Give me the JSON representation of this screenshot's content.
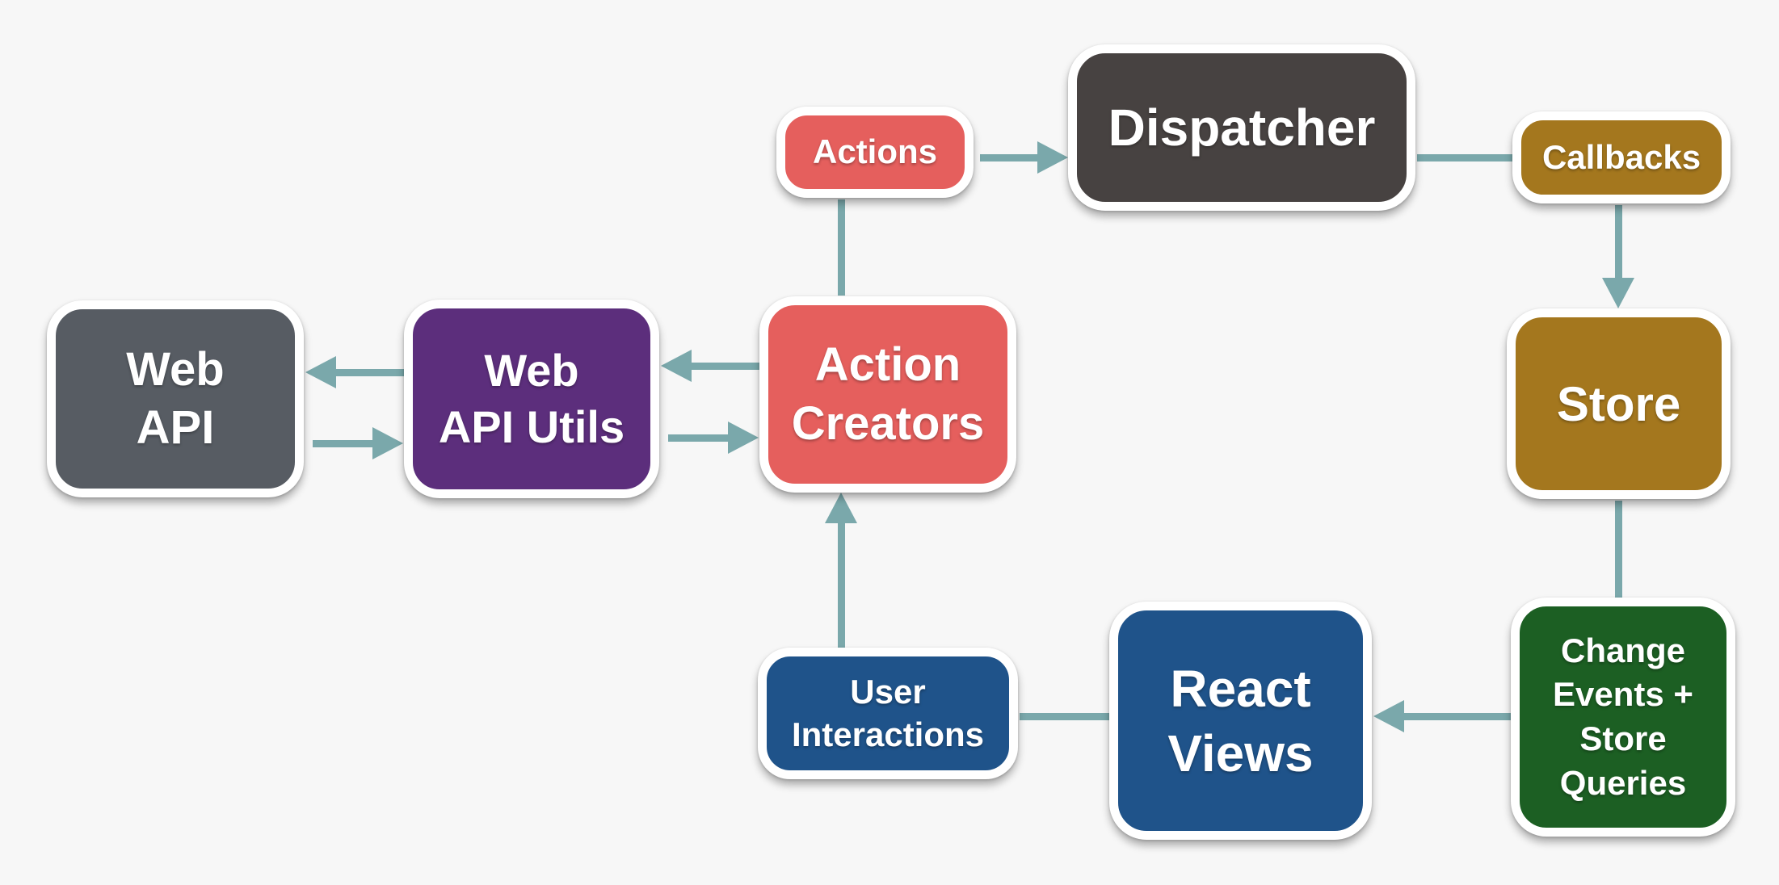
{
  "diagram_type": "flux-architecture-flow",
  "colors": {
    "background": "#f7f7f7",
    "arrow": "#7aa8ab",
    "node_border": "#ffffff",
    "node_text": "#ffffff",
    "salmon": "#e55f5d",
    "dark_gray": "#474241",
    "gold": "#a4771e",
    "green": "#1c5f23",
    "blue": "#1f538a",
    "slate_gray": "#575c63",
    "purple": "#5c2e7c"
  },
  "nodes": {
    "web_api": {
      "label": "Web\nAPI",
      "color": "#575c63"
    },
    "web_api_utils": {
      "label": "Web\nAPI Utils",
      "color": "#5c2e7c"
    },
    "action_creators": {
      "label": "Action\nCreators",
      "color": "#e55f5d"
    },
    "actions": {
      "label": "Actions",
      "color": "#e55f5d"
    },
    "dispatcher": {
      "label": "Dispatcher",
      "color": "#474241"
    },
    "callbacks": {
      "label": "Callbacks",
      "color": "#a4771e"
    },
    "store": {
      "label": "Store",
      "color": "#a4771e"
    },
    "change_events": {
      "label": "Change\nEvents +\nStore\nQueries",
      "color": "#1c5f23"
    },
    "react_views": {
      "label": "React\nViews",
      "color": "#1f538a"
    },
    "user_interactions": {
      "label": "User\nInteractions",
      "color": "#1f538a"
    }
  },
  "edges": [
    {
      "from": "actions",
      "to": "dispatcher",
      "arrowhead": true,
      "direction": "right"
    },
    {
      "from": "dispatcher",
      "to": "callbacks",
      "arrowhead": false,
      "direction": "right"
    },
    {
      "from": "callbacks",
      "to": "store",
      "arrowhead": true,
      "direction": "down"
    },
    {
      "from": "store",
      "to": "change_events",
      "arrowhead": false,
      "direction": "down"
    },
    {
      "from": "change_events",
      "to": "react_views",
      "arrowhead": true,
      "direction": "left"
    },
    {
      "from": "react_views",
      "to": "user_interactions",
      "arrowhead": false,
      "direction": "left"
    },
    {
      "from": "user_interactions",
      "to": "action_creators",
      "arrowhead": true,
      "direction": "up"
    },
    {
      "from": "action_creators",
      "to": "actions",
      "arrowhead": false,
      "direction": "up"
    },
    {
      "from": "action_creators",
      "to": "web_api_utils",
      "arrowhead": true,
      "direction": "left"
    },
    {
      "from": "web_api_utils",
      "to": "action_creators",
      "arrowhead": true,
      "direction": "right"
    },
    {
      "from": "web_api_utils",
      "to": "web_api",
      "arrowhead": true,
      "direction": "left"
    },
    {
      "from": "web_api",
      "to": "web_api_utils",
      "arrowhead": true,
      "direction": "right"
    }
  ]
}
